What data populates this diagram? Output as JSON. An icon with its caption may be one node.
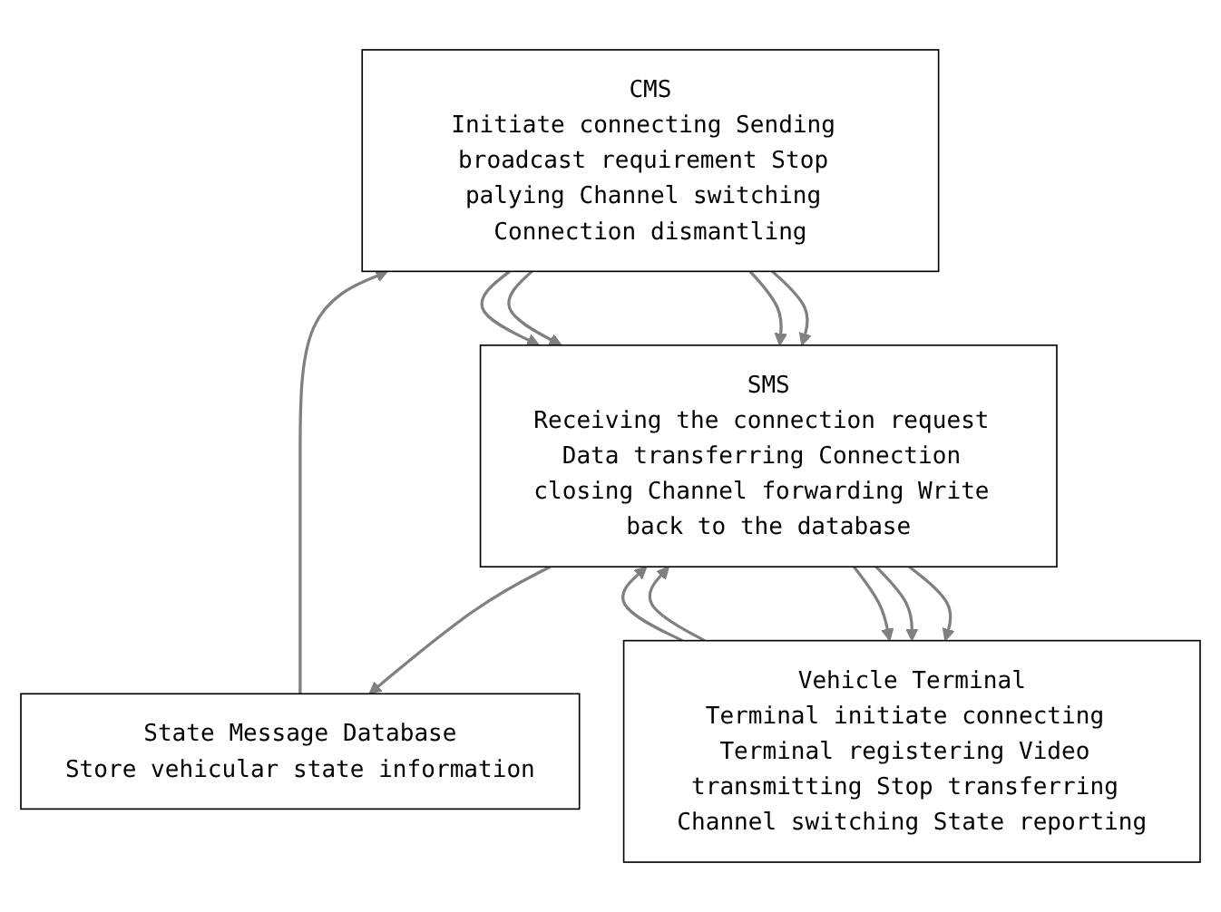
{
  "diagram": {
    "nodes": [
      {
        "text": [
          "CMS",
          "Initiate connecting Sending broadcast requirement Stop palying Channel switching Connection dismantling"
        ]
      },
      {
        "text": [
          "State Message Database",
          "Store vehicular state information"
        ]
      },
      {
        "text": [
          "SMS",
          "Receiving the connection request Data transferring Connection closing Channel forwarding Write back to the database"
        ]
      },
      {
        "text": [
          "Vehicle Terminal",
          "Terminal initiate connecting Terminal registering Video transmitting Stop transferring Channel switching State reporting"
        ]
      }
    ],
    "edges": [
      {
        "from": 1,
        "to": 0,
        "arrow": "to"
      },
      {
        "from": 0,
        "to": 2,
        "arrow": "to"
      },
      {
        "from": 0,
        "to": 2,
        "arrow": "to"
      },
      {
        "from": 0,
        "to": 2,
        "arrow": "to"
      },
      {
        "from": 0,
        "to": 2,
        "arrow": "to"
      },
      {
        "from": 2,
        "to": 1,
        "arrow": "to"
      },
      {
        "from": 3,
        "to": 2,
        "arrow": "to"
      },
      {
        "from": 2,
        "to": 3,
        "arrow": "to"
      },
      {
        "from": 2,
        "to": 3,
        "arrow": "to"
      },
      {
        "from": 2,
        "to": 3,
        "arrow": "to"
      },
      {
        "from": 3,
        "to": 2,
        "arrow": "to"
      }
    ]
  }
}
